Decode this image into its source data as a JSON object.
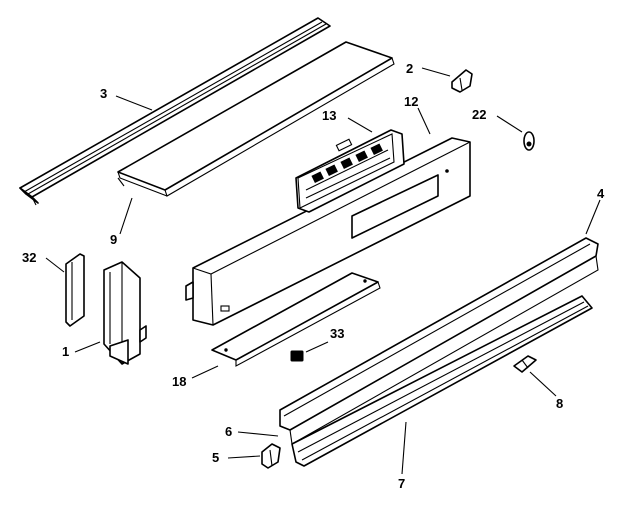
{
  "callouts": [
    {
      "id": "c1",
      "text": "1"
    },
    {
      "id": "c2",
      "text": "2"
    },
    {
      "id": "c3",
      "text": "3"
    },
    {
      "id": "c4",
      "text": "4"
    },
    {
      "id": "c5",
      "text": "5"
    },
    {
      "id": "c6",
      "text": "6"
    },
    {
      "id": "c7",
      "text": "7"
    },
    {
      "id": "c8",
      "text": "8"
    },
    {
      "id": "c9",
      "text": "9"
    },
    {
      "id": "c12",
      "text": "12"
    },
    {
      "id": "c13",
      "text": "13"
    },
    {
      "id": "c18",
      "text": "18"
    },
    {
      "id": "c22",
      "text": "22"
    },
    {
      "id": "c32",
      "text": "32"
    },
    {
      "id": "c33",
      "text": "33"
    }
  ]
}
